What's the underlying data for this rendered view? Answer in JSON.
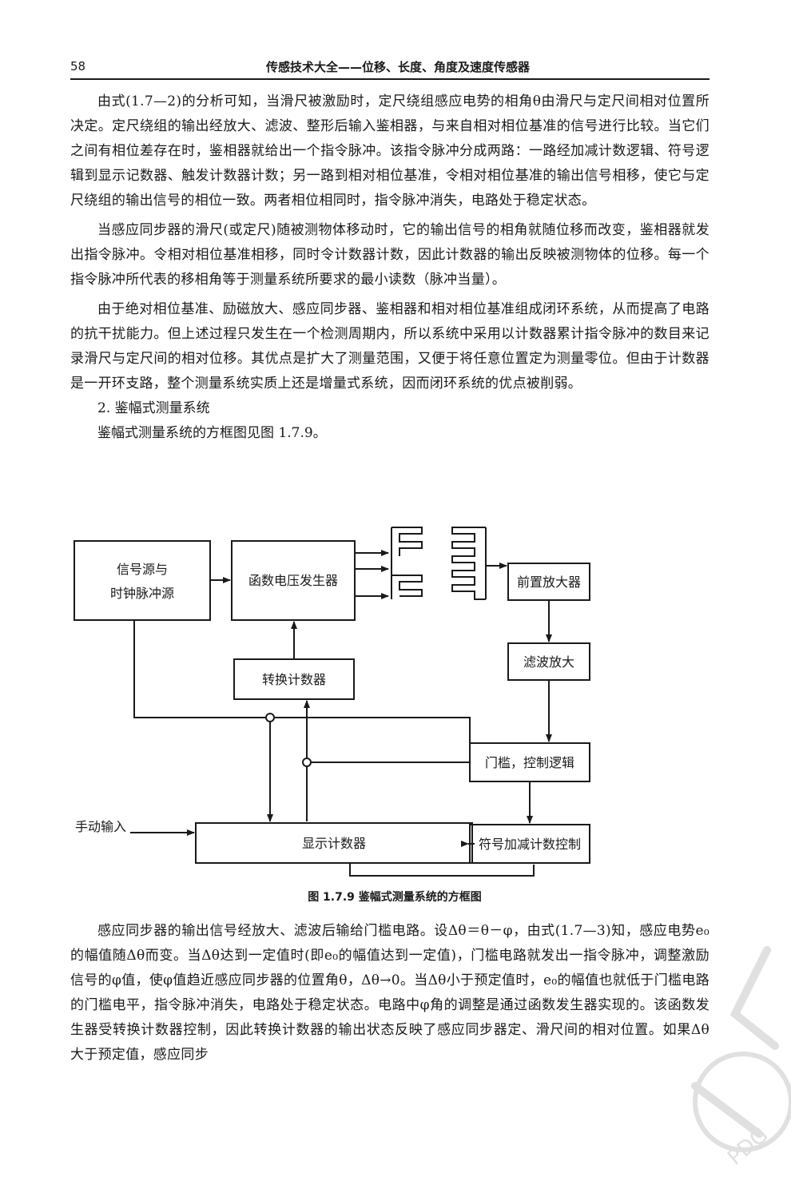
{
  "header": {
    "page_number": "58",
    "running_title": "传感技术大全——位移、长度、角度及速度传感器"
  },
  "paragraphs_top": [
    "由式(1.7—2)的分析可知，当滑尺被激励时，定尺绕组感应电势的相角θ由滑尺与定尺间相对位置所决定。定尺绕组的输出经放大、滤波、整形后输入鉴相器，与来自相对相位基准的信号进行比较。当它们之间有相位差存在时，鉴相器就给出一个指令脉冲。该指令脉冲分成两路：一路经加减计数逻辑、符号逻辑到显示记数器、触发计数器计数；另一路到相对相位基准，令相对相位基准的输出信号相移，使它与定尺绕组的输出信号的相位一致。两者相位相同时，指令脉冲消失，电路处于稳定状态。",
    "当感应同步器的滑尺(或定尺)随被测物体移动时，它的输出信号的相角就随位移而改变，鉴相器就发出指令脉冲。令相对相位基准相移，同时令计数器计数，因此计数器的输出反映被测物体的位移。每一个指令脉冲所代表的移相角等于测量系统所要求的最小读数（脉冲当量）。",
    "由于绝对相位基准、励磁放大、感应同步器、鉴相器和相对相位基准组成闭环系统，从而提高了电路的抗干扰能力。但上述过程只发生在一个检测周期内，所以系统中采用以计数器累计指令脉冲的数目来记录滑尺与定尺间的相对位移。其优点是扩大了测量范围，又便于将任意位置定为测量零位。但由于计数器是一开环支路，整个测量系统实质上还是增量式系统，因而闭环系统的优点被削弱。"
  ],
  "section": {
    "heading": "2. 鉴幅式测量系统",
    "intro": "鉴幅式测量系统的方框图见图 1.7.9。"
  },
  "diagram": {
    "boxes": {
      "signal_source_line1": "信号源与",
      "signal_source_line2": "时钟脉冲源",
      "function_generator": "函数电压发生器",
      "preamp": "前置放大器",
      "filter_amp": "滤波放大",
      "conversion_counter": "转换计数器",
      "threshold_logic": "门槛，控制逻辑",
      "display_counter": "显示计数器",
      "sign_updown_control": "符号加减计数控制"
    },
    "manual_input": "手动输入",
    "caption": "图 1.7.9   鉴幅式测量系统的方框图"
  },
  "paragraphs_bottom": [
    "感应同步器的输出信号经放大、滤波后输给门槛电路。设Δθ＝θ－φ，由式(1.7—3)知，感应电势e₀的幅值随Δθ而变。当Δθ达到一定值时(即e₀的幅值达到一定值)，门槛电路就发出一指令脉冲，调整激励信号的φ值，使φ值趋近感应同步器的位置角θ，Δθ→0。当Δθ小于预定值时，e₀的幅值也就低于门槛电路的门槛电平，指令脉冲消失，电路处于稳定状态。电路中φ角的调整是通过函数发生器实现的。该函数发生器受转换计数器控制，因此转换计数器的输出状态反映了感应同步器定、滑尺间的相对位置。如果Δθ大于预定值，感应同步"
  ],
  "watermark": {
    "text": "PDG",
    "color": "#d8d8d8"
  }
}
